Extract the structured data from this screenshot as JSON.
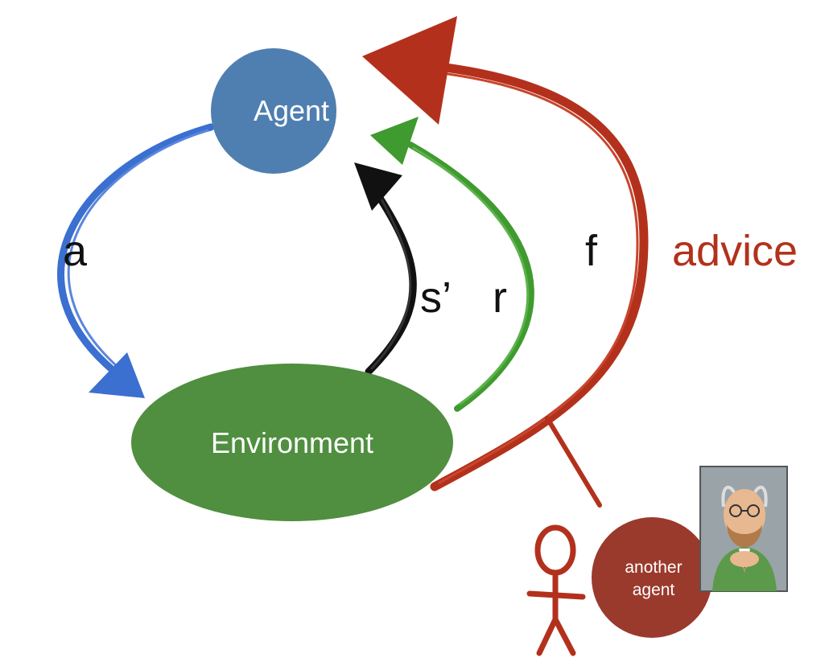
{
  "nodes": {
    "agent": {
      "label": "Agent",
      "color": "#4f7fb0"
    },
    "environment": {
      "label": "Environment",
      "color": "#4f8f3f"
    },
    "another_agent": {
      "label_line1": "another",
      "label_line2": "agent",
      "color": "#9a3a2c"
    }
  },
  "edges": {
    "action": {
      "label": "a",
      "color": "#3b6fd0"
    },
    "next_state": {
      "label": "s’",
      "color": "#111111"
    },
    "reward": {
      "label": "r",
      "color": "#3f9a2f"
    },
    "advice": {
      "label": "f",
      "color": "#b3311c"
    }
  },
  "annotations": {
    "advice_label": {
      "text": "advice",
      "color": "#b3311c"
    }
  },
  "icons": [
    "stick-figure-icon",
    "teacher-portrait-icon"
  ]
}
